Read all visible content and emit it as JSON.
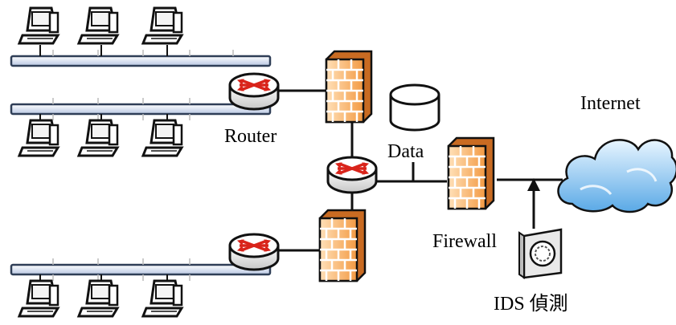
{
  "labels": {
    "router": "Router",
    "data": "Data",
    "internet": "Internet",
    "firewall": "Firewall",
    "ids": "IDS 偵測"
  },
  "icons": {
    "workstation": "computer-workstation-icon",
    "router": "router-icon",
    "firewall": "brick-firewall-icon",
    "database": "database-cylinder-icon",
    "cloud": "internet-cloud-icon",
    "ids": "ids-sensor-icon"
  },
  "colors": {
    "bus_fill": "#e4ecf8",
    "bus_stroke": "#2f3e57",
    "brick_light": "#ffd9a6",
    "brick_mid": "#f6a451",
    "brick_dark": "#c96b22",
    "router_arrow": "#d9241b",
    "cloud": "#8ec6ef",
    "link": "#111111"
  }
}
